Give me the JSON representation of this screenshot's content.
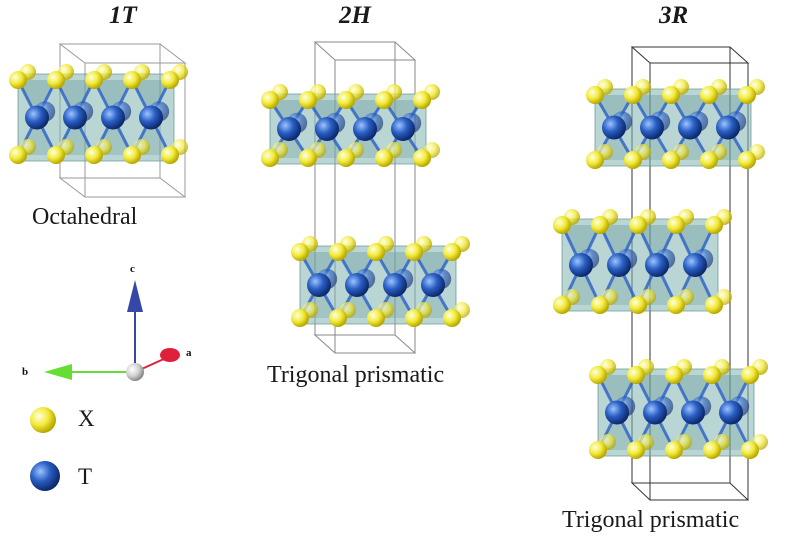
{
  "structures": [
    {
      "title": "1T",
      "caption": "Octahedral"
    },
    {
      "title": "2H",
      "caption": "Trigonal prismatic"
    },
    {
      "title": "3R",
      "caption": "Trigonal prismatic"
    }
  ],
  "axes": {
    "c": "c",
    "b": "b",
    "a": "a"
  },
  "legend": [
    {
      "symbol": "X",
      "color": "#f2ea3a"
    },
    {
      "symbol": "T",
      "color": "#2a5fc4"
    }
  ],
  "colors": {
    "chalcogen": "#f2ea3a",
    "metal": "#2a5fc4",
    "polyhedron": "#7fb3b0",
    "c_axis": "#3548a8",
    "b_axis": "#66dd33",
    "a_axis": "#e0203a"
  }
}
